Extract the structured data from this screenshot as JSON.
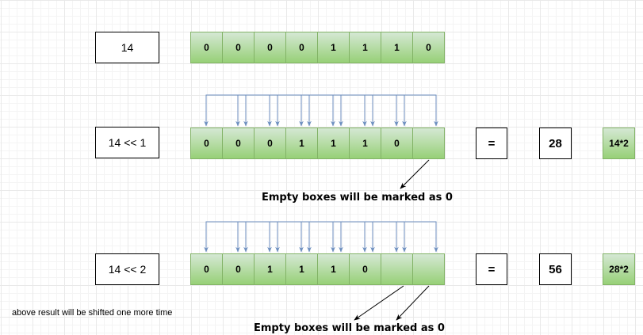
{
  "row1": {
    "label": "14",
    "bits": [
      "0",
      "0",
      "0",
      "0",
      "1",
      "1",
      "1",
      "0"
    ]
  },
  "row2": {
    "label": "14 << 1",
    "bits": [
      "0",
      "0",
      "0",
      "1",
      "1",
      "1",
      "0",
      ""
    ],
    "equals": "=",
    "result": "28",
    "formula": "14*2"
  },
  "row3": {
    "label": "14 << 2",
    "bits": [
      "0",
      "0",
      "1",
      "1",
      "1",
      "0",
      "",
      ""
    ],
    "equals": "=",
    "result": "56",
    "formula": "28*2"
  },
  "notes": {
    "empty_boxes_1": "Empty boxes will be marked as 0",
    "empty_boxes_2": "Empty boxes will be marked as 0",
    "shift_again": "above result will be shifted one more time"
  },
  "colors": {
    "bit_fill_top": "#d5e8d4",
    "bit_fill_bottom": "#97d077",
    "bit_border": "#82b366",
    "arrow": "#6c8ebf"
  }
}
